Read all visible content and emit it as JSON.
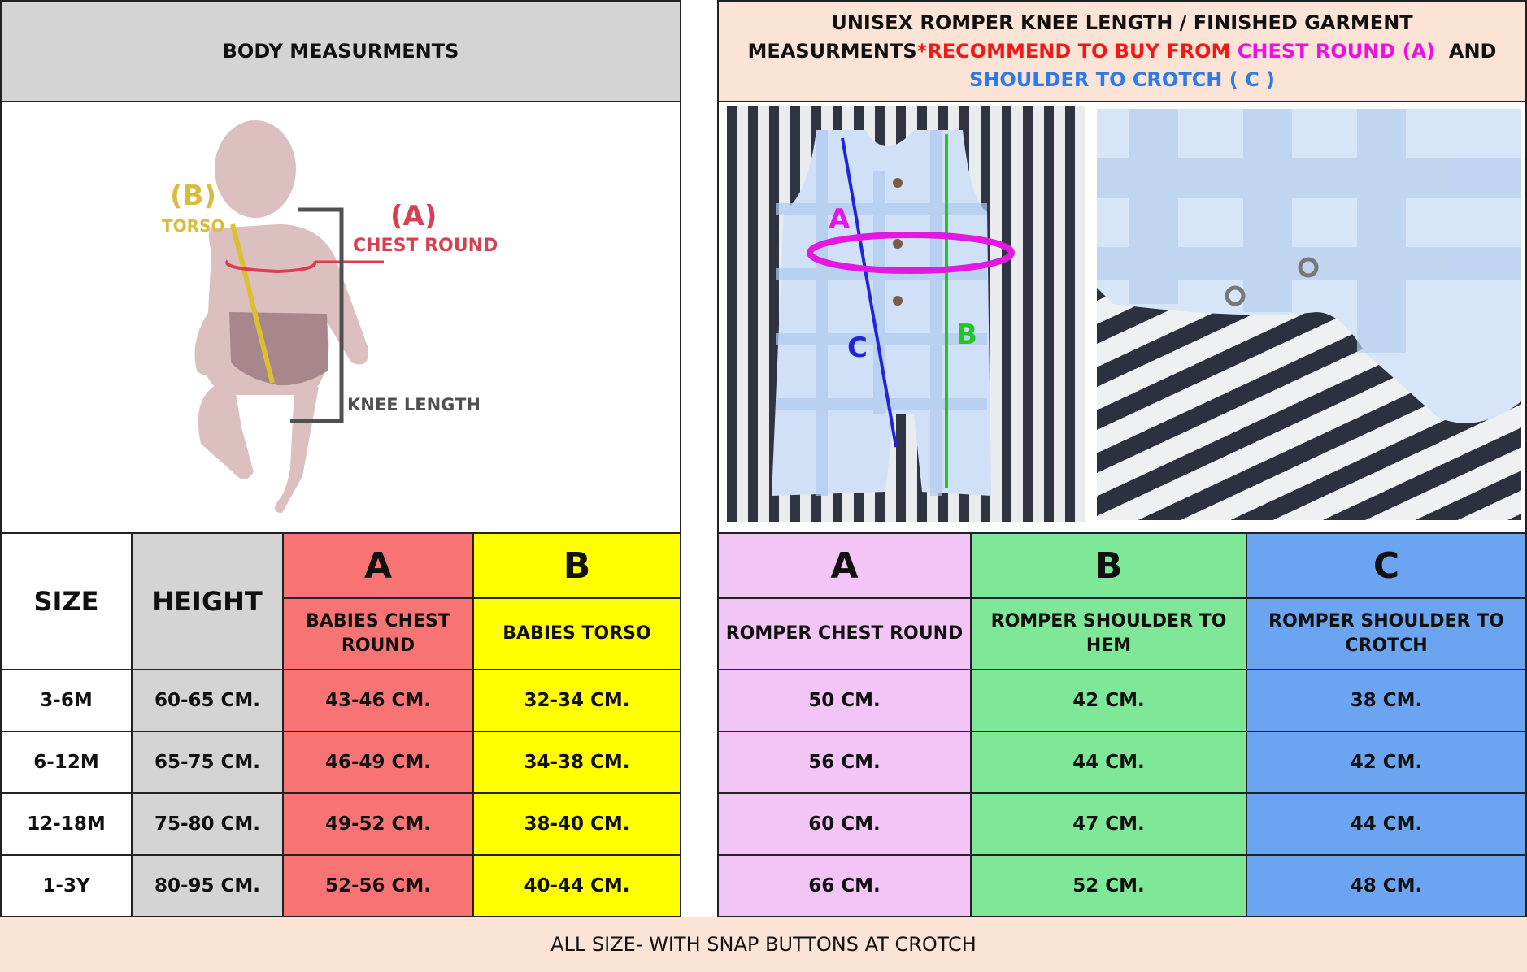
{
  "left_header": {
    "title": "BODY MEASURMENTS"
  },
  "diagram": {
    "torso_letter": "(B)",
    "torso_label": "TORSO",
    "chest_letter": "(A)",
    "chest_label": "CHEST ROUND",
    "knee_label": "KNEE LENGTH"
  },
  "right_header": {
    "line1": "UNISEX ROMPER KNEE LENGTH / FINISHED GARMENT",
    "line2_black": "MEASURMENTS",
    "line2_red": "*RECOMMEND TO BUY FROM ",
    "line2_magenta": "CHEST ROUND (A)",
    "line2_and": "  AND",
    "line3_blue": "SHOULDER TO CROTCH ( C )"
  },
  "photo": {
    "label_a": "A",
    "label_b": "B",
    "label_c": "C"
  },
  "body_table": {
    "col_size": "SIZE",
    "col_height": "HEIGHT",
    "col_a_letter": "A",
    "col_a_label": "BABIES CHEST ROUND",
    "col_b_letter": "B",
    "col_b_label": "BABIES TORSO",
    "rows": [
      {
        "size": "3-6M",
        "height": "60-65 CM.",
        "a": "43-46 CM.",
        "b": "32-34 CM."
      },
      {
        "size": "6-12M",
        "height": "65-75 CM.",
        "a": "46-49 CM.",
        "b": "34-38 CM."
      },
      {
        "size": "12-18M",
        "height": "75-80 CM.",
        "a": "49-52 CM.",
        "b": "38-40 CM."
      },
      {
        "size": "1-3Y",
        "height": "80-95 CM.",
        "a": "52-56 CM.",
        "b": "40-44 CM."
      }
    ]
  },
  "garment_table": {
    "col_a_letter": "A",
    "col_a_label": "ROMPER CHEST ROUND",
    "col_b_letter": "B",
    "col_b_label": "ROMPER SHOULDER TO HEM",
    "col_c_letter": "C",
    "col_c_label": "ROMPER SHOULDER TO CROTCH",
    "rows": [
      {
        "a": "50 CM.",
        "b": "42 CM.",
        "c": "38 CM."
      },
      {
        "a": "56 CM.",
        "b": "44 CM.",
        "c": "42 CM."
      },
      {
        "a": "60 CM.",
        "b": "47 CM.",
        "c": "44 CM."
      },
      {
        "a": "66 CM.",
        "b": "52 CM.",
        "c": "48 CM."
      }
    ]
  },
  "footer": {
    "text": "ALL SIZE- WITH SNAP BUTTONS AT CROTCH"
  }
}
